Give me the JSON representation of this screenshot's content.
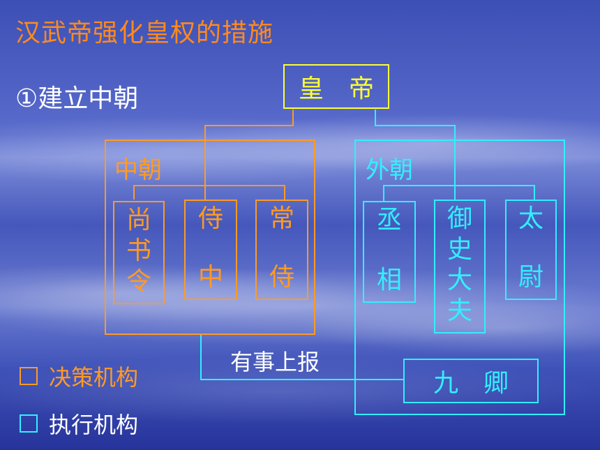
{
  "title": "汉武帝强化皇权的措施",
  "subtitle": "①建立中朝",
  "emperor": "皇　帝",
  "inner_court": {
    "label": "中朝",
    "offices": [
      {
        "chars": [
          "尚",
          "书",
          "令"
        ]
      },
      {
        "chars": [
          "侍",
          "中"
        ]
      },
      {
        "chars": [
          "常",
          "侍"
        ]
      }
    ]
  },
  "outer_court": {
    "label": "外朝",
    "offices": [
      {
        "chars": [
          "丞",
          "相"
        ]
      },
      {
        "chars": [
          "御",
          "史",
          "大",
          "夫"
        ]
      },
      {
        "chars": [
          "太",
          "尉"
        ]
      }
    ]
  },
  "report_label": "有事上报",
  "nine_ministers": "九　卿",
  "legend": [
    {
      "label": "决策机构",
      "color": "#ff9a24"
    },
    {
      "label": "执行机构",
      "color": "#33eeff"
    }
  ],
  "colors": {
    "title": "#ff8a1e",
    "emperor": "#ffff33",
    "inner": "#ff9a24",
    "outer": "#33eeff"
  }
}
